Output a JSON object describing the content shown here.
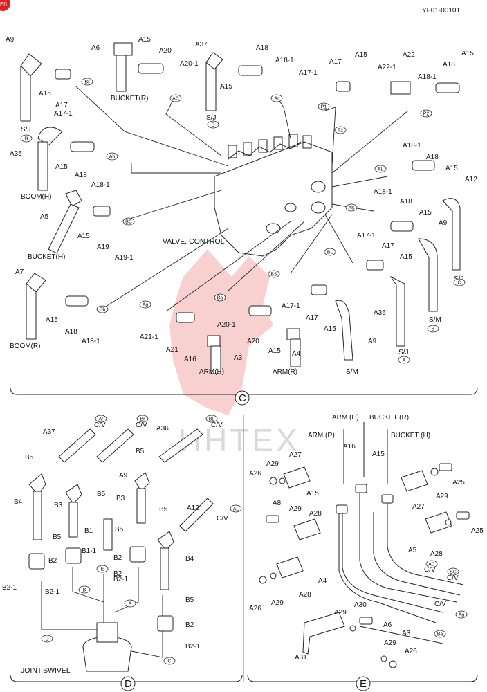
{
  "header": {
    "code": "YF01-00101~",
    "corner_badge": "E0"
  },
  "watermark": {
    "text": "ИНТЕХ",
    "emblem_color": "#f2a9a9",
    "text_color": "#d9d9d9"
  },
  "sections": {
    "c": "C",
    "d": "D",
    "e": "E"
  },
  "assembly_labels": {
    "valve_control": "VALVE, CONTROL",
    "joint_swivel": "JOINT,SWIVEL"
  },
  "labels_c": [
    "A9",
    "A15",
    "A17",
    "A17-1",
    "S/J",
    "A6",
    "A15",
    "A20",
    "BUCKET(R)",
    "A20-1",
    "A37",
    "A15",
    "A18",
    "A18-1",
    "S/J",
    "A17-1",
    "A17",
    "A15",
    "A22",
    "A22-1",
    "A18",
    "A15",
    "A18-1",
    "A35",
    "A15",
    "A18",
    "A18-1",
    "BOOM(H)",
    "A18-1",
    "A18",
    "A15",
    "A12",
    "A18-1",
    "A18",
    "A15",
    "A9",
    "A5",
    "A15",
    "A19",
    "A19-1",
    "BUCKET(H)",
    "S/J",
    "A17-1",
    "A17",
    "A15",
    "S/M",
    "A7",
    "A15",
    "A18",
    "A18-1",
    "BOOM(R)",
    "A17-1",
    "A17",
    "A15",
    "A36",
    "A21-1",
    "A21",
    "A16",
    "A3",
    "ARM(H)",
    "A20-1",
    "A20",
    "A15",
    "A4",
    "ARM(R)",
    "A9",
    "S/M",
    "S/J"
  ],
  "circle_tags_c": [
    "B",
    "D",
    "A",
    "B",
    "C",
    "Br",
    "AC",
    "Ar",
    "P1",
    "P2",
    "T2",
    "Ab",
    "AL",
    "BC",
    "AS",
    "BL",
    "Aa",
    "Ba",
    "BS",
    "Bb"
  ],
  "labels_d": [
    "C/V",
    "C/V",
    "A37",
    "A9",
    "C/V",
    "A36",
    "B5",
    "B5",
    "B5",
    "B4",
    "B3",
    "B3",
    "A12",
    "C/V",
    "B5",
    "B1",
    "B5",
    "B5",
    "B1-1",
    "B2",
    "B2",
    "B2",
    "B2-1",
    "B2-1",
    "B2-1",
    "B4",
    "B5",
    "B2",
    "B2-1"
  ],
  "circle_tags_d": [
    "Ar",
    "Br",
    "BL",
    "AL",
    "E",
    "B",
    "A",
    "D",
    "C"
  ],
  "labels_e": [
    "ARM (H)",
    "BUCKET (R)",
    "ARM (R)",
    "BUCKET (H)",
    "A16",
    "A15",
    "A27",
    "A29",
    "A26",
    "A15",
    "A25",
    "A8",
    "A29",
    "A28",
    "A29",
    "A27",
    "A25",
    "A5",
    "A28",
    "A4",
    "C/V",
    "C/V",
    "A28",
    "A26",
    "A29",
    "A30",
    "A29",
    "C/V",
    "A6",
    "A3",
    "A31",
    "A29",
    "A26"
  ],
  "circle_tags_e": [
    "AC",
    "BC",
    "Aa",
    "Ba"
  ]
}
